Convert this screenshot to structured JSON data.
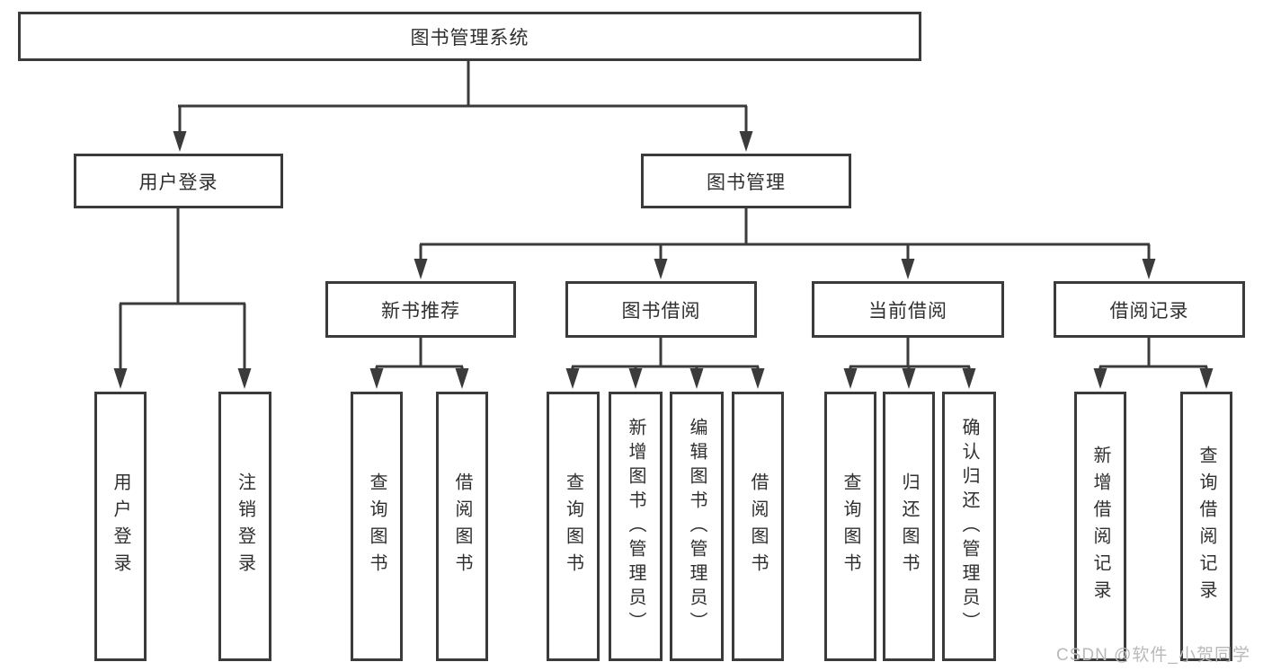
{
  "colors": {
    "line": "#3b3b3b",
    "text": "#2f2f2f",
    "watermark": "#b9b9b9",
    "background": "#ffffff"
  },
  "watermark": "CSDN @软件_小贺同学",
  "tree": {
    "root": {
      "label": "图书管理系统",
      "children": [
        {
          "label": "用户登录",
          "children": [
            {
              "label": "用户登录"
            },
            {
              "label": "注销登录"
            }
          ]
        },
        {
          "label": "图书管理",
          "children": [
            {
              "label": "新书推荐",
              "children": [
                {
                  "label": "查询图书"
                },
                {
                  "label": "借阅图书"
                }
              ]
            },
            {
              "label": "图书借阅",
              "children": [
                {
                  "label": "查询图书"
                },
                {
                  "label": "新增图书（管理员）"
                },
                {
                  "label": "编辑图书（管理员）"
                },
                {
                  "label": "借阅图书"
                }
              ]
            },
            {
              "label": "当前借阅",
              "children": [
                {
                  "label": "查询图书"
                },
                {
                  "label": "归还图书"
                },
                {
                  "label": "确认归还（管理员）"
                }
              ]
            },
            {
              "label": "借阅记录",
              "children": [
                {
                  "label": "新增借阅记录"
                },
                {
                  "label": "查询借阅记录"
                }
              ]
            }
          ]
        }
      ]
    }
  }
}
